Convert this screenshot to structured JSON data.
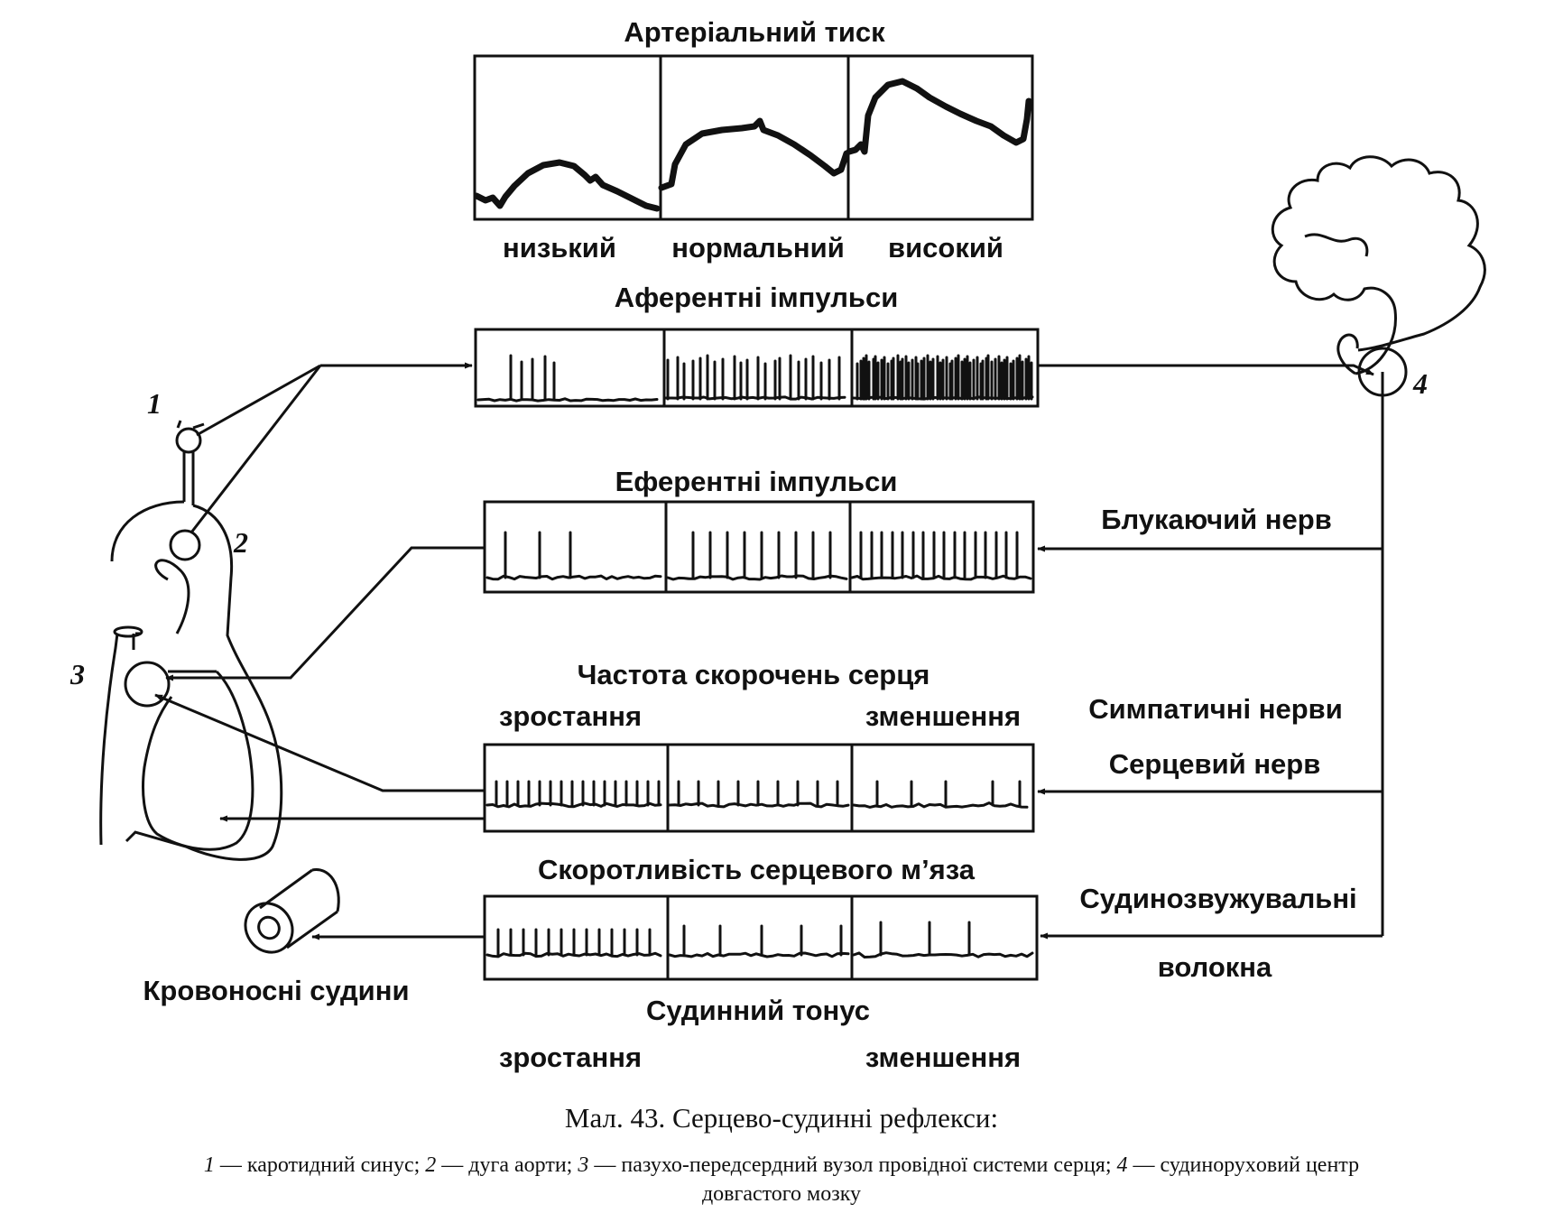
{
  "labels": {
    "arterial_pressure": "Артеріальний тиск",
    "low": "низький",
    "normal": "нормальний",
    "high": "високий",
    "afferent": "Аферентні імпульси",
    "efferent": "Еферентні імпульси",
    "vagus": "Блукаючий нерв",
    "heart_rate": "Частота скорочень серця",
    "increase": "зростання",
    "decrease": "зменшення",
    "sympathetic": "Симпатичні нерви",
    "cardiac_nerve": "Серцевий нерв",
    "contractility": "Скоротливість серцевого м’яза",
    "vasoconstrictor_1": "Судинозвужувальні",
    "vasoconstrictor_2": "волокна",
    "vessels": "Кровоносні судини",
    "vascular_tone": "Судинний тонус",
    "increase_2": "зростання",
    "decrease_2": "зменшення"
  },
  "numbers": {
    "n1": "1",
    "n2": "2",
    "n3": "3",
    "n4": "4"
  },
  "caption": {
    "title": "Мал. 43. Серцево-судинні рефлекси:",
    "legend_line1": [
      {
        "text": "1",
        "italic": true
      },
      {
        "text": " — каротидний синус; ",
        "italic": false
      },
      {
        "text": "2",
        "italic": true
      },
      {
        "text": " — дуга аорти; ",
        "italic": false
      },
      {
        "text": "3",
        "italic": true
      },
      {
        "text": " — пазухо-передсердний вузол провідної системи серця; ",
        "italic": false
      },
      {
        "text": "4",
        "italic": true
      },
      {
        "text": " — судинорухoвий центр",
        "italic": false
      }
    ],
    "legend_line2": "довгастого мозку"
  }
}
